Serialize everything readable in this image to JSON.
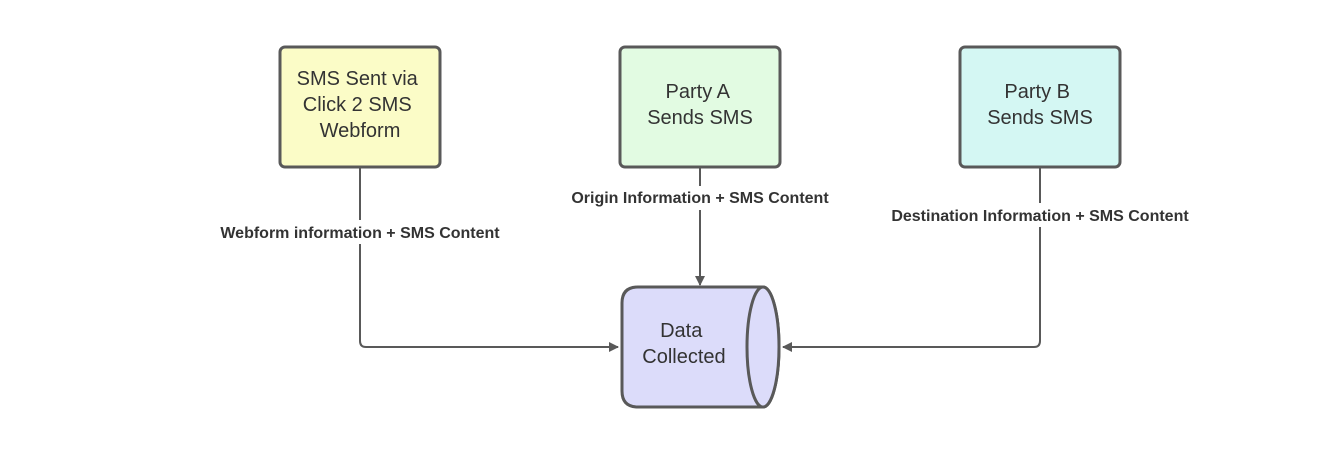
{
  "diagram": {
    "nodes": [
      {
        "id": "webform",
        "lines": [
          "SMS Sent via",
          "Click 2 SMS",
          "Webform"
        ],
        "fill": "#fbfcc7"
      },
      {
        "id": "party-a",
        "lines": [
          "Party A",
          "Sends SMS"
        ],
        "fill": "#e2fbe2"
      },
      {
        "id": "party-b",
        "lines": [
          "Party B",
          "Sends SMS"
        ],
        "fill": "#d4f7f3"
      },
      {
        "id": "data",
        "lines": [
          "Data",
          "Collected"
        ],
        "fill": "#dcdcfa"
      }
    ],
    "edges": [
      {
        "from": "webform",
        "to": "data",
        "label": "Webform information + SMS Content"
      },
      {
        "from": "party-a",
        "to": "data",
        "label": "Origin Information + SMS Content"
      },
      {
        "from": "party-b",
        "to": "data",
        "label": "Destination Information + SMS Content"
      }
    ],
    "colors": {
      "stroke": "#595959",
      "text": "#333333"
    }
  }
}
